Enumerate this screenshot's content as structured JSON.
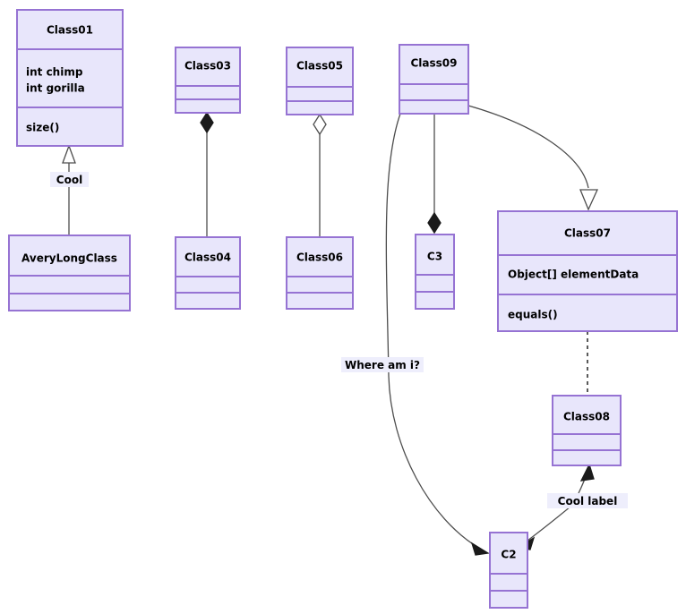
{
  "diagram": {
    "type": "uml-class-diagram",
    "background_color": "#ffffff",
    "box_fill": "#e8e6fb",
    "box_border": "#9673d3",
    "edge_color": "#4d4d4d",
    "label_bg": "#eeeefc",
    "classes": [
      {
        "id": "class01",
        "name": "Class01",
        "attributes": [
          "int chimp",
          "int gorilla"
        ],
        "methods": [
          "size()"
        ]
      },
      {
        "id": "averylongclass",
        "name": "AveryLongClass",
        "attributes": [],
        "methods": []
      },
      {
        "id": "class03",
        "name": "Class03",
        "attributes": [],
        "methods": []
      },
      {
        "id": "class04",
        "name": "Class04",
        "attributes": [],
        "methods": []
      },
      {
        "id": "class05",
        "name": "Class05",
        "attributes": [],
        "methods": []
      },
      {
        "id": "class06",
        "name": "Class06",
        "attributes": [],
        "methods": []
      },
      {
        "id": "class09",
        "name": "Class09",
        "attributes": [],
        "methods": []
      },
      {
        "id": "c3",
        "name": "C3",
        "attributes": [],
        "methods": []
      },
      {
        "id": "class07",
        "name": "Class07",
        "attributes": [
          "Object[] elementData"
        ],
        "methods": [
          "equals()"
        ]
      },
      {
        "id": "class08",
        "name": "Class08",
        "attributes": [],
        "methods": []
      },
      {
        "id": "c2",
        "name": "C2",
        "attributes": [],
        "methods": []
      }
    ],
    "relationships": [
      {
        "id": "rel-inheritance-cool",
        "from": "averylongclass",
        "to": "class01",
        "kind": "generalization",
        "marker": "hollow-triangle",
        "label": "Cool"
      },
      {
        "id": "rel-composition-class03",
        "from": "class04",
        "to": "class03",
        "kind": "composition",
        "marker": "filled-diamond",
        "label": ""
      },
      {
        "id": "rel-aggregation-class05",
        "from": "class06",
        "to": "class05",
        "kind": "aggregation",
        "marker": "hollow-diamond",
        "label": ""
      },
      {
        "id": "rel-composition-c3",
        "from": "class09",
        "to": "c3",
        "kind": "composition",
        "marker": "filled-diamond",
        "label": ""
      },
      {
        "id": "rel-generalization-class07",
        "from": "class09",
        "to": "class07",
        "kind": "generalization",
        "marker": "hollow-triangle",
        "label": ""
      },
      {
        "id": "rel-where-am-i",
        "from": "class09",
        "to": "c2",
        "kind": "association",
        "marker": "open-arrow",
        "label": "Where am i?"
      },
      {
        "id": "rel-dependency-class08",
        "from": "class07",
        "to": "class08",
        "kind": "dependency",
        "marker": "none",
        "label": ""
      },
      {
        "id": "rel-cool-label",
        "from": "c2",
        "to": "class08",
        "kind": "association",
        "marker": "open-arrow",
        "label": "Cool label"
      }
    ]
  }
}
